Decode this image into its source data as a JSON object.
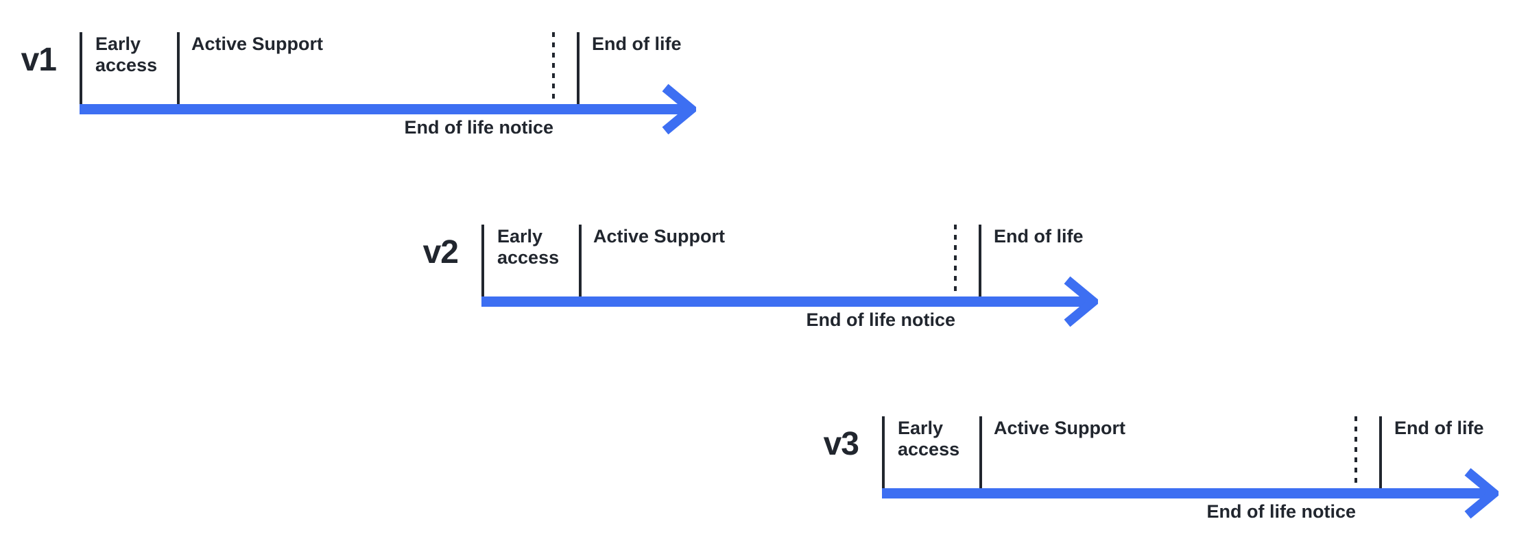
{
  "colors": {
    "timeline_blue": "#3D6FF2",
    "ink": "#21262E"
  },
  "timelines": [
    {
      "version": "v1",
      "early_access_label": "Early access",
      "active_support_label": "Active Support",
      "end_of_life_label": "End of life",
      "end_of_life_notice_label": "End of life notice"
    },
    {
      "version": "v2",
      "early_access_label": "Early access",
      "active_support_label": "Active Support",
      "end_of_life_label": "End of life",
      "end_of_life_notice_label": "End of life notice"
    },
    {
      "version": "v3",
      "early_access_label": "Early access",
      "active_support_label": "Active Support",
      "end_of_life_label": "End of life",
      "end_of_life_notice_label": "End of life notice"
    }
  ]
}
